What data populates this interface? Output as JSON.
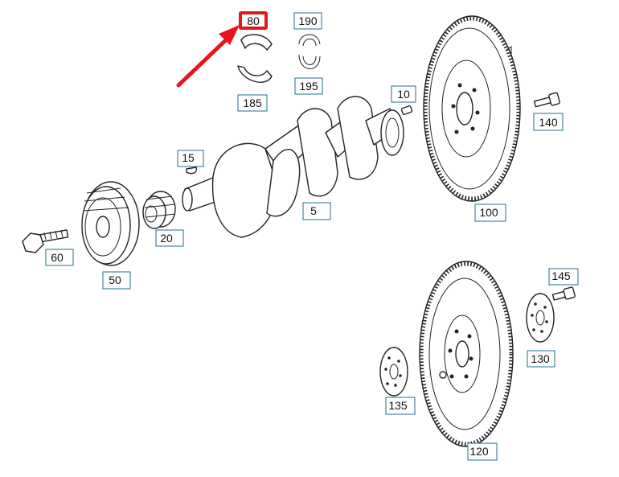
{
  "callouts": {
    "l80": "80",
    "l190": "190",
    "l195": "195",
    "l185": "185",
    "l10": "10",
    "l140": "140",
    "l15": "15",
    "l5": "5",
    "l100": "100",
    "l20": "20",
    "l60": "60",
    "l50": "50",
    "l145": "145",
    "l130": "130",
    "l135": "135",
    "l120": "120"
  },
  "colors": {
    "highlight": "#e8141b",
    "label_border": "#1f6f8b",
    "line": "#222222"
  }
}
